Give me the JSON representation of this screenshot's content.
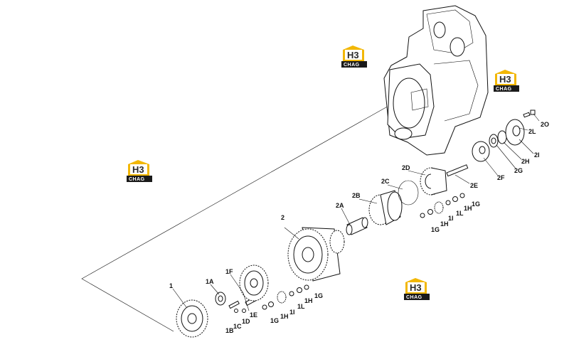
{
  "watermark": {
    "logo_letters": "H3",
    "brand_text": "CHAG"
  },
  "callouts": [
    {
      "id": "c-1",
      "text": "1"
    },
    {
      "id": "c-1A",
      "text": "1A"
    },
    {
      "id": "c-1F",
      "text": "1F"
    },
    {
      "id": "c-1E",
      "text": "1E"
    },
    {
      "id": "c-1D",
      "text": "1D"
    },
    {
      "id": "c-1C",
      "text": "1C"
    },
    {
      "id": "c-1B",
      "text": "1B"
    },
    {
      "id": "c-1G-a",
      "text": "1G"
    },
    {
      "id": "c-1H-a",
      "text": "1H"
    },
    {
      "id": "c-1I-a",
      "text": "1I"
    },
    {
      "id": "c-1L-a",
      "text": "1L"
    },
    {
      "id": "c-1H-b",
      "text": "1H"
    },
    {
      "id": "c-1G-b",
      "text": "1G"
    },
    {
      "id": "c-2",
      "text": "2"
    },
    {
      "id": "c-2A",
      "text": "2A"
    },
    {
      "id": "c-2B",
      "text": "2B"
    },
    {
      "id": "c-2C",
      "text": "2C"
    },
    {
      "id": "c-2D",
      "text": "2D"
    },
    {
      "id": "c-2E",
      "text": "2E"
    },
    {
      "id": "c-2F",
      "text": "2F"
    },
    {
      "id": "c-2G",
      "text": "2G"
    },
    {
      "id": "c-2H",
      "text": "2H"
    },
    {
      "id": "c-2I",
      "text": "2I"
    },
    {
      "id": "c-2L",
      "text": "2L"
    },
    {
      "id": "c-2O",
      "text": "2O"
    },
    {
      "id": "c-1G-c",
      "text": "1G"
    },
    {
      "id": "c-1H-c",
      "text": "1H"
    },
    {
      "id": "c-1I-b",
      "text": "1I"
    },
    {
      "id": "c-1L-b",
      "text": "1L"
    },
    {
      "id": "c-1H-d",
      "text": "1H"
    },
    {
      "id": "c-1G-d",
      "text": "1G"
    }
  ]
}
